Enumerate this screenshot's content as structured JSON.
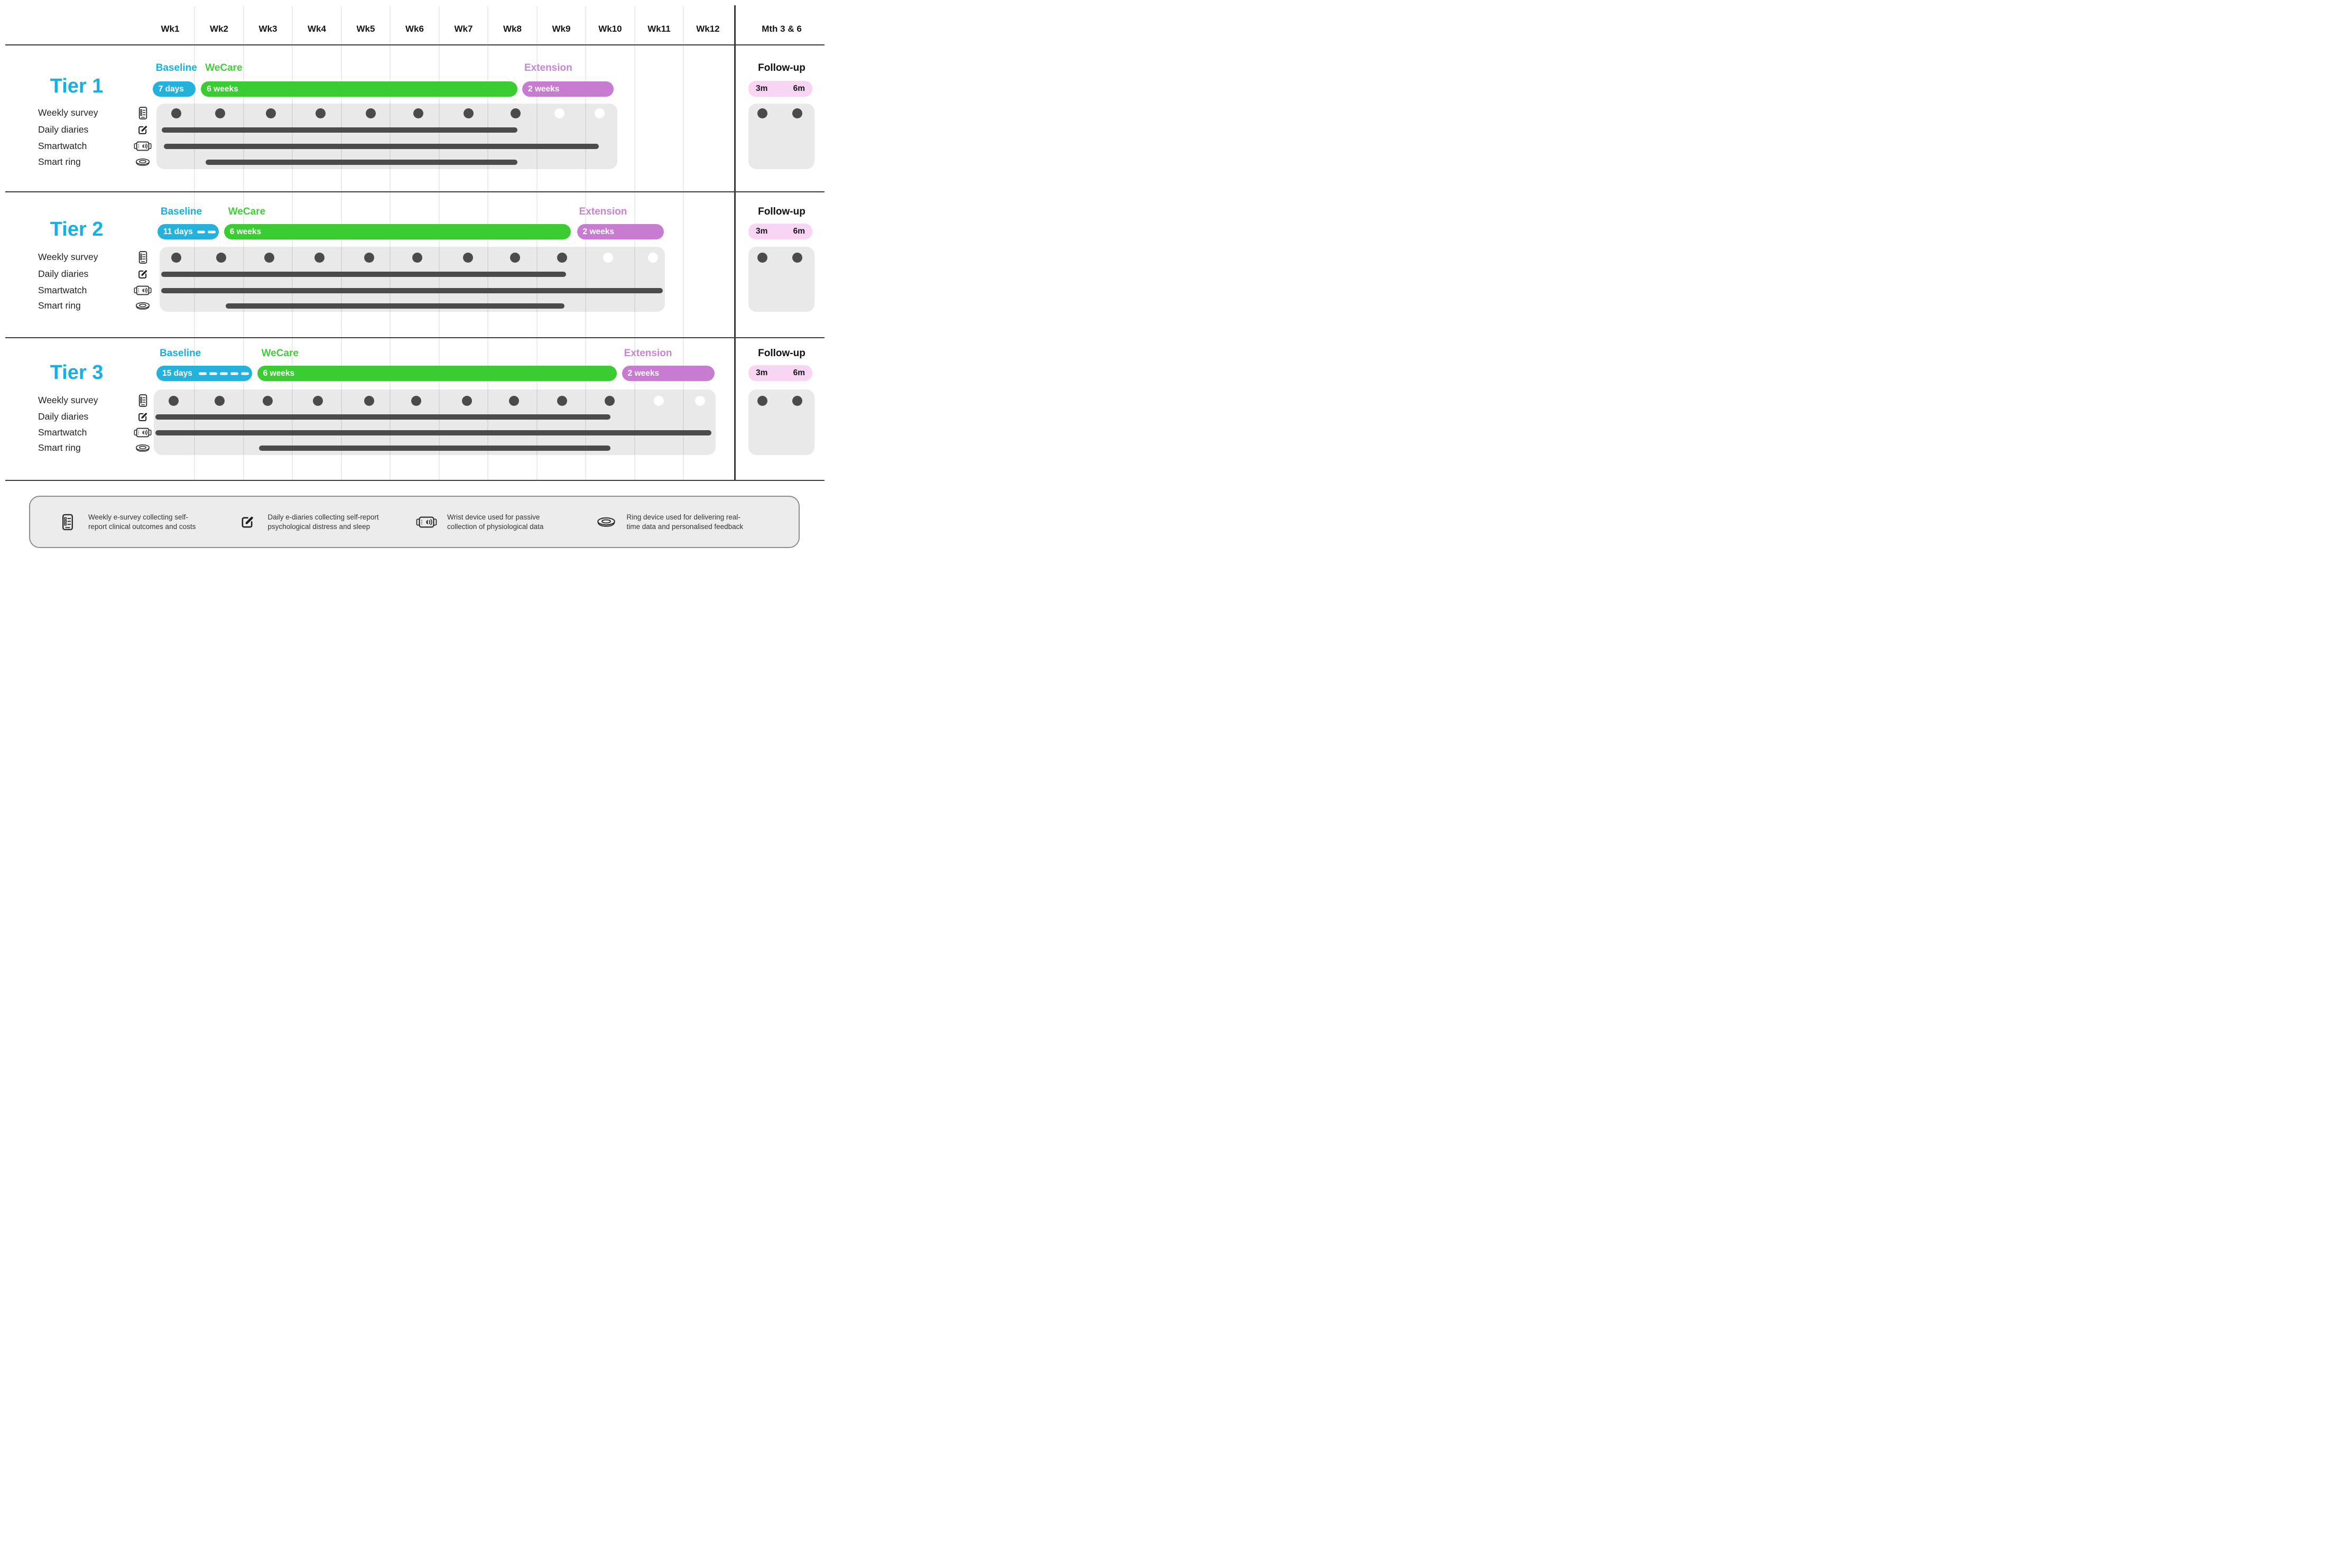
{
  "header": {
    "week_labels": [
      "Wk1",
      "Wk2",
      "Wk3",
      "Wk4",
      "Wk5",
      "Wk6",
      "Wk7",
      "Wk8",
      "Wk9",
      "Wk10",
      "Wk11",
      "Wk12"
    ],
    "month_label": "Mth 3 & 6"
  },
  "phases": {
    "baseline": "Baseline",
    "intervention": "WeCare",
    "extension": "Extension",
    "followup": "Follow-up"
  },
  "row_labels": [
    "Weekly survey",
    "Daily diaries",
    "Smartwatch",
    "Smart ring"
  ],
  "row_icons": [
    "survey-phone-icon",
    "edit-icon",
    "smartwatch-icon",
    "smart-ring-icon"
  ],
  "followup": {
    "labels": [
      "3m",
      "6m"
    ]
  },
  "tiers": [
    {
      "name": "Tier 1",
      "baseline_label": "7 days",
      "baseline_dashes": 0,
      "wecare_label": "6 weeks",
      "extension_label": "2 weeks",
      "timeline": {
        "units": "weeks from start of Wk1",
        "baseline": [
          0.14,
          1.02
        ],
        "wecare": [
          1.13,
          7.6
        ],
        "extension": [
          7.7,
          9.57
        ],
        "panel": [
          0.22,
          9.65
        ],
        "survey_dots_filled": [
          0.62,
          1.52,
          2.56,
          3.58,
          4.6,
          5.58,
          6.6,
          7.56
        ],
        "survey_dots_open": [
          8.46,
          9.28
        ],
        "daily_diaries_bar": [
          0.33,
          7.6
        ],
        "smartwatch_bar": [
          0.37,
          9.27
        ],
        "smart_ring_bar": [
          1.22,
          7.6
        ]
      }
    },
    {
      "name": "Tier 2",
      "baseline_label": "11 days",
      "baseline_dashes": 2,
      "wecare_label": "6 weeks",
      "extension_label": "2 weeks",
      "timeline": {
        "units": "weeks from start of Wk1",
        "baseline": [
          0.24,
          1.5
        ],
        "wecare": [
          1.6,
          8.7
        ],
        "extension": [
          8.82,
          10.6
        ],
        "panel": [
          0.28,
          10.62
        ],
        "survey_dots_filled": [
          0.63,
          1.54,
          2.53,
          3.55,
          4.57,
          5.55,
          6.59,
          7.55,
          8.52
        ],
        "survey_dots_open": [
          9.46,
          10.38
        ],
        "daily_diaries_bar": [
          0.32,
          8.6
        ],
        "smartwatch_bar": [
          0.32,
          10.58
        ],
        "smart_ring_bar": [
          1.64,
          8.57
        ]
      }
    },
    {
      "name": "Tier 3",
      "baseline_label": "15 days",
      "baseline_dashes": 5,
      "wecare_label": "6 weeks",
      "extension_label": "2 weeks",
      "timeline": {
        "units": "weeks from start of Wk1",
        "baseline": [
          0.22,
          2.18
        ],
        "wecare": [
          2.28,
          9.64
        ],
        "extension": [
          9.74,
          11.64
        ],
        "panel": [
          0.17,
          11.66
        ],
        "survey_dots_filled": [
          0.57,
          1.51,
          2.5,
          3.52,
          4.57,
          5.53,
          6.57,
          7.53,
          8.52,
          9.49
        ],
        "survey_dots_open": [
          10.5,
          11.34
        ],
        "daily_diaries_bar": [
          0.2,
          9.51
        ],
        "smartwatch_bar": [
          0.2,
          11.57
        ],
        "smart_ring_bar": [
          2.32,
          9.51
        ]
      }
    }
  ],
  "legend": [
    {
      "icon": "survey-phone-icon",
      "text": "Weekly e-survey collecting self-report clinical outcomes and costs"
    },
    {
      "icon": "edit-icon",
      "text": "Daily e-diaries collecting self-report psychological distress and sleep"
    },
    {
      "icon": "smartwatch-icon",
      "text": "Wrist device used for passive collection of physiological data"
    },
    {
      "icon": "smart-ring-icon",
      "text": "Ring device used for delivering real-time data and personalised feedback"
    }
  ],
  "colors": {
    "cyan": "#24B2DC",
    "cyan_text": "#17B0E0",
    "green": "#3BCC33",
    "green_text": "#44CE3C",
    "orchid": "#C77BD1",
    "orchid_text": "#CA84D6",
    "pink": "#F8D5F3",
    "panel_gray": "#E9E9E9",
    "mark_gray": "#4B4B4B",
    "open_dot": "#FFFFFF"
  }
}
